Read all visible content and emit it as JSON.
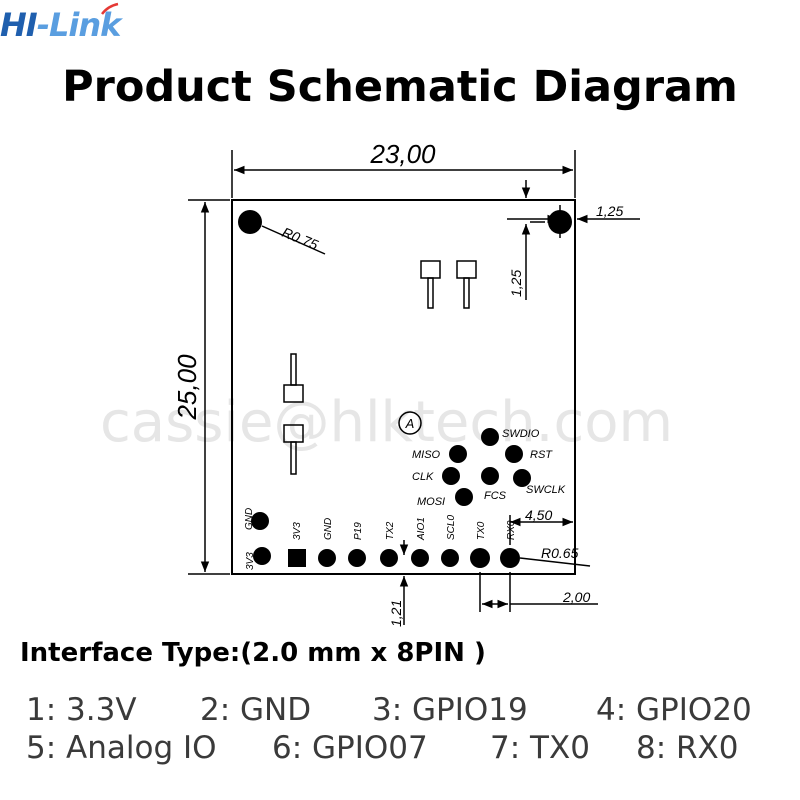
{
  "logo": {
    "text_left": "HI",
    "text_dash": "-",
    "text_right": "Link",
    "color_dark": "#1f5fae",
    "color_light": "#5a9ee0",
    "accent_color": "#e53935"
  },
  "title": "Product Schematic Diagram",
  "watermark": "cassie@hlktech.com",
  "dimensions": {
    "width": "23,00",
    "height": "25,00",
    "hole_radius": "R0.75",
    "hole_offset_x": "1,25",
    "hole_offset_y": "1,25",
    "pin_edge_offset": "4,50",
    "pad_radius": "R0.65",
    "pin_row_offset": "1,21",
    "pin_pitch": "2,00"
  },
  "reference_mark": "A",
  "pin_labels": [
    "3V3",
    "3V3",
    "GND",
    "GND",
    "P19",
    "TX2",
    "AIO1",
    "SCL0",
    "TX0",
    "RX0"
  ],
  "debug_pads": [
    "SWDIO",
    "MISO",
    "RST",
    "CLK",
    "FCS",
    "SWCLK",
    "MOSI"
  ],
  "interface_type": "Interface Type:(2.0 mm x 8PIN )",
  "pin_map_row1": [
    "1: 3.3V",
    "2: GND",
    "3: GPIO19",
    "4: GPIO20"
  ],
  "pin_map_row2": [
    "5: Analog IO",
    "6: GPIO07",
    "7: TX0",
    "8: RX0"
  ]
}
